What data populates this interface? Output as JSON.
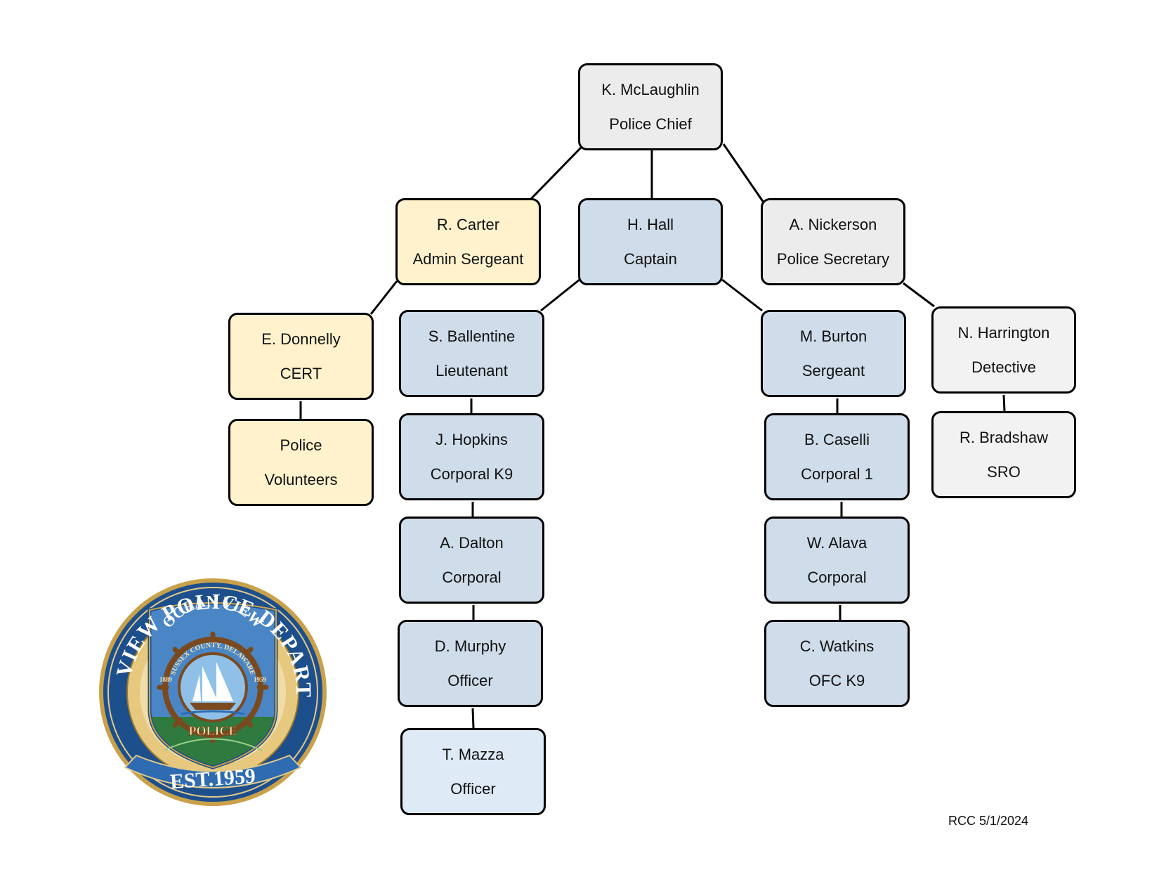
{
  "nodes": {
    "chief": {
      "name": "K. McLaughlin",
      "role": "Police Chief"
    },
    "carter": {
      "name": "R. Carter",
      "role": "Admin Sergeant"
    },
    "hall": {
      "name": "H. Hall",
      "role": "Captain"
    },
    "nickerson": {
      "name": "A. Nickerson",
      "role": "Police Secretary"
    },
    "donnelly": {
      "name": "E. Donnelly",
      "role": "CERT"
    },
    "volunteers": {
      "name": "Police",
      "role": "Volunteers"
    },
    "ballentine": {
      "name": "S. Ballentine",
      "role": "Lieutenant"
    },
    "hopkins": {
      "name": "J. Hopkins",
      "role": "Corporal K9"
    },
    "dalton": {
      "name": "A. Dalton",
      "role": "Corporal"
    },
    "murphy": {
      "name": "D. Murphy",
      "role": "Officer"
    },
    "mazza": {
      "name": "T. Mazza",
      "role": "Officer"
    },
    "burton": {
      "name": "M. Burton",
      "role": "Sergeant"
    },
    "caselli": {
      "name": "B. Caselli",
      "role": "Corporal 1"
    },
    "alava": {
      "name": "W. Alava",
      "role": "Corporal"
    },
    "watkins": {
      "name": "C. Watkins",
      "role": "OFC K9"
    },
    "harrington": {
      "name": "N. Harrington",
      "role": "Detective"
    },
    "bradshaw": {
      "name": "R. Bradshaw",
      "role": "SRO"
    }
  },
  "seal": {
    "outer_top": "OCEAN VIEW POLICE DEPARTMENT",
    "outer_bottom": "EST.1959",
    "inner_top": "OCEAN VIEW",
    "ring": "SUSSEX COUNTY, DELAWARE",
    "year_left": "1889",
    "year_right": "1959",
    "inner_bottom": "POLICE"
  },
  "footer_note": "RCC 5/1/2024",
  "colors": {
    "admin": "#fff2cc",
    "operations": "#cfdce9",
    "officer_light": "#deeaf6",
    "support": "#ececec",
    "seal_navy": "#1d4f8c",
    "seal_gold": "#c9a14a"
  }
}
